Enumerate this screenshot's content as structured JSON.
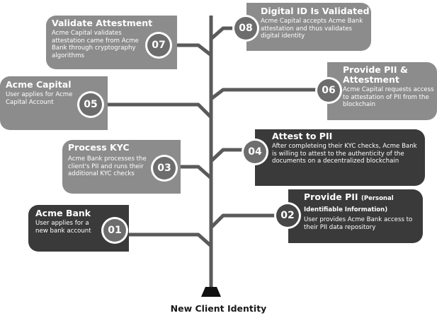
{
  "caption": "New Client Identity",
  "colors": {
    "light_box": "#8c8c8c",
    "dark_box": "#3a3a3a",
    "trunk": "#5a5a5a",
    "circle": "#6d6d6d"
  },
  "steps": [
    {
      "num": "01",
      "title": "Acme Bank",
      "desc": "User applies for a new bank account"
    },
    {
      "num": "02",
      "title": "Provide PII",
      "title_suffix": "(Personal Identifiable Information)",
      "desc": "User provides Acme Bank access to their PII data repository"
    },
    {
      "num": "03",
      "title": "Process KYC",
      "desc": "Acme Bank processes the client's PII and runs their additional KYC checks"
    },
    {
      "num": "04",
      "title": "Attest to PII",
      "desc": "After completeing their KYC checks, Acme Bank is willing to attest to the authenticity of the documents on a decentralized blockchain"
    },
    {
      "num": "05",
      "title": "Acme Capital",
      "desc": "User applies for Acme Capital Account"
    },
    {
      "num": "06",
      "title": "Provide PII & Attestment",
      "desc": "Acme Capital requests access to attestation of PII from the blockchain"
    },
    {
      "num": "07",
      "title": "Validate Attestment",
      "desc": "Acme Capital validates attestation came from Acme Bank through cryptography algorithms"
    },
    {
      "num": "08",
      "title": "Digital ID Is Validated",
      "desc": "Acme Capital accepts Acme Bank attestation and thus validates digital identity"
    }
  ]
}
